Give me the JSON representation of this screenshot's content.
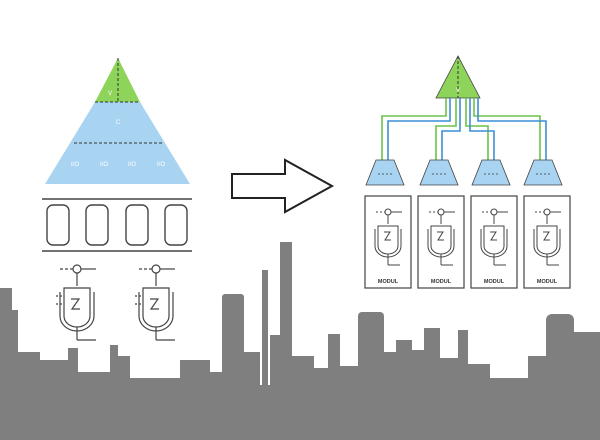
{
  "colors": {
    "green": "#8ed35a",
    "blue": "#a9d4f1",
    "line_blue": "#3b8fd9",
    "line_green": "#6cc24a",
    "skyline": "#7f7f7f",
    "stroke": "#444444"
  },
  "left_pyramid": {
    "top_label": "V",
    "middle_label": "C",
    "io_labels": [
      "I/O",
      "I/O",
      "I/O",
      "I/O"
    ]
  },
  "right_pyramid": {
    "top_label": "V",
    "module_labels": [
      "MODUL",
      "MODUL",
      "MODUL",
      "MODUL"
    ]
  },
  "icons": {
    "arrow": "right-arrow-icon",
    "skyline": "industrial-skyline-icon",
    "vessel": "reactor-vessel-icon",
    "tank": "tank-icon"
  }
}
